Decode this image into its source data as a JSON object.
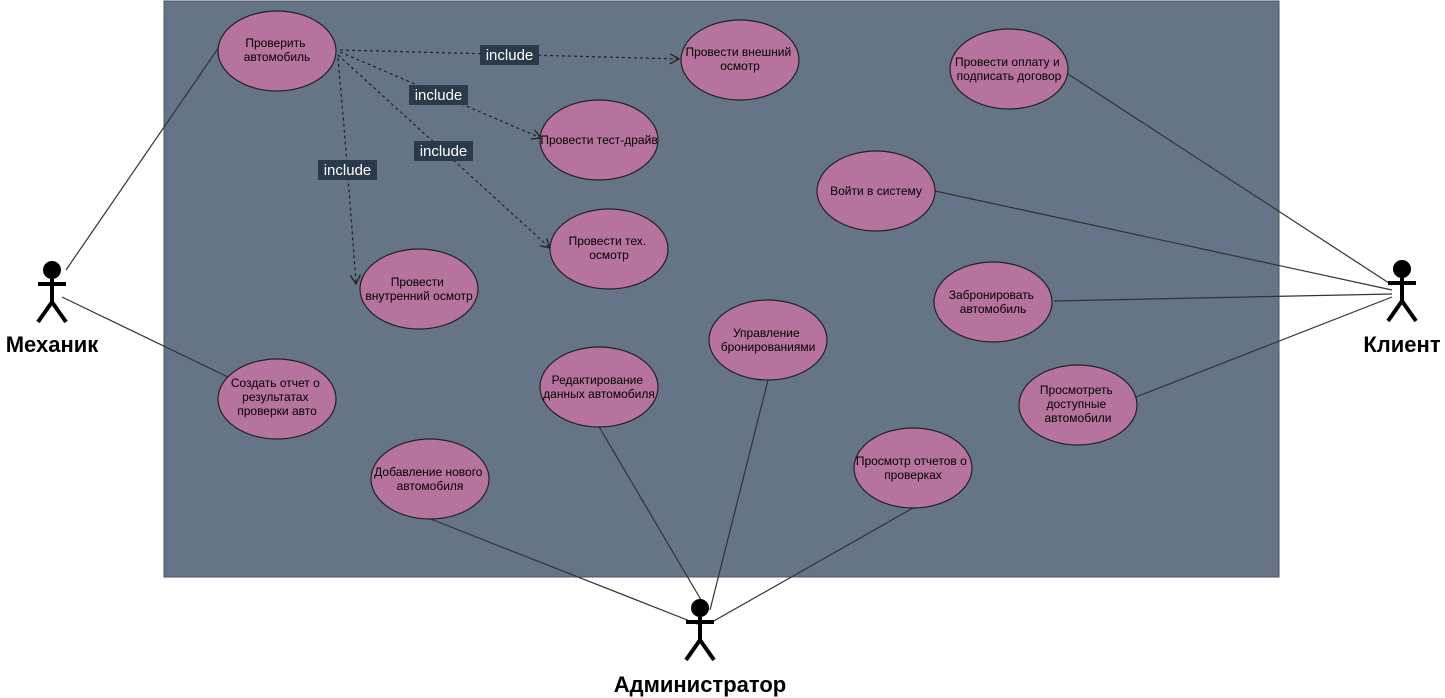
{
  "actors": {
    "mechanic": "Механик",
    "client": "Клиент",
    "admin": "Администратор"
  },
  "use_cases": {
    "check_car": [
      "Проверить",
      "автомобиль"
    ],
    "external": [
      "Провести внешний",
      "осмотр"
    ],
    "testdrive": [
      "Провести тест-драйв"
    ],
    "tech": [
      "Провести тех.",
      "осмотр"
    ],
    "internal": [
      "Провести",
      "внутренний осмотр"
    ],
    "report": [
      "Создать отчет о",
      "результатах",
      "проверки авто"
    ],
    "add_car": [
      "Добавление нового",
      "автомобиля"
    ],
    "edit_car": [
      "Редактирование",
      "данных автомобиля"
    ],
    "manage_booking": [
      "Управление",
      "бронированиями"
    ],
    "view_reports": [
      "Просмотр отчетов о",
      "проверках"
    ],
    "payment": [
      "Провести оплату и",
      "подписать договор"
    ],
    "login": [
      "Войти в систему"
    ],
    "book": [
      "Забронировать",
      "автомобиль"
    ],
    "view_available": [
      "Просмотреть",
      "доступные",
      "автомобили"
    ]
  },
  "include_label": "include",
  "colors": {
    "system_box": "#657487",
    "use_case_fill": "#b5739d",
    "line": "#333333",
    "label_bg": "#2b3a4a"
  }
}
